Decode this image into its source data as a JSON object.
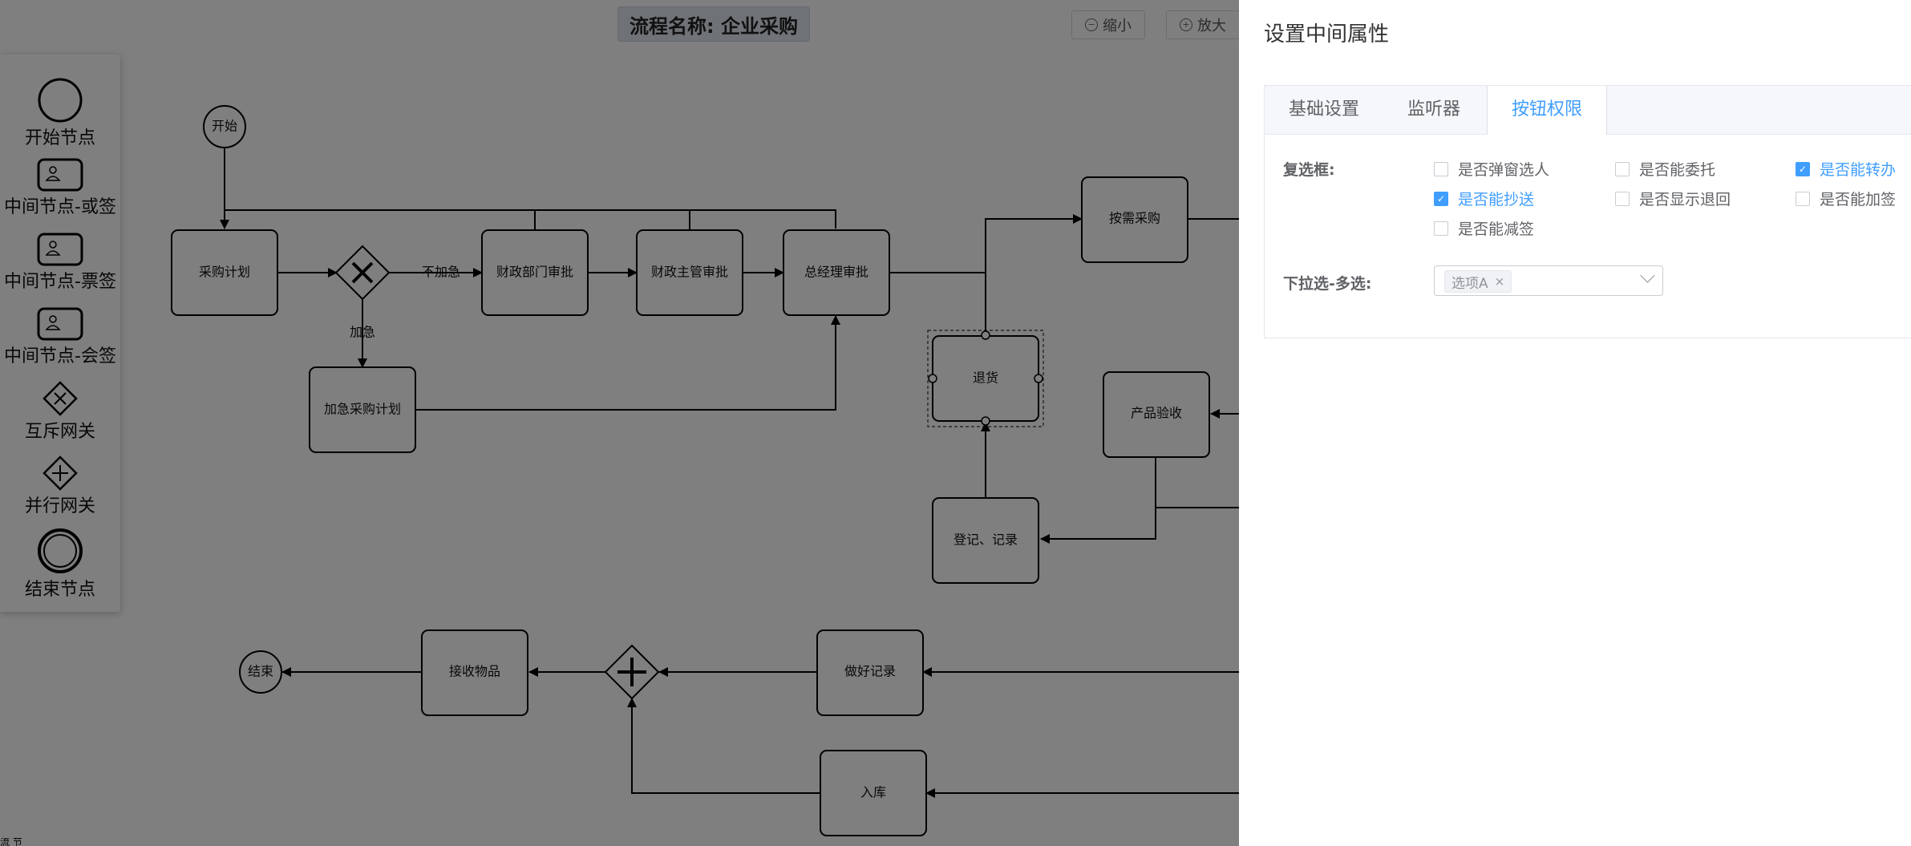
{
  "header": {
    "title": "流程名称: 企业采购",
    "zoom_out": "缩小",
    "zoom_in": "放大"
  },
  "palette": {
    "items": [
      {
        "label": "开始节点",
        "icon": "circle-icon"
      },
      {
        "label": "中间节点-或签",
        "icon": "user-task-icon"
      },
      {
        "label": "中间节点-票签",
        "icon": "user-task-icon"
      },
      {
        "label": "中间节点-会签",
        "icon": "user-task-icon"
      },
      {
        "label": "互斥网关",
        "icon": "exclusive-gateway-icon"
      },
      {
        "label": "并行网关",
        "icon": "parallel-gateway-icon"
      },
      {
        "label": "结束节点",
        "icon": "end-circle-icon"
      }
    ]
  },
  "diagram": {
    "nodes": {
      "start": "开始",
      "purchase_plan": "采购计划",
      "finance_dept": "财政部门审批",
      "finance_head": "财政主管审批",
      "gm": "总经理审批",
      "urgent_plan": "加急采购计划",
      "on_demand": "按需采购",
      "return_goods": "退货",
      "inspection": "产品验收",
      "register": "登记、记录",
      "end": "结束",
      "receive": "接收物品",
      "record": "做好记录",
      "stock_in": "入库"
    },
    "edges": {
      "not_urgent": "不加急",
      "urgent": "加急"
    }
  },
  "drawer": {
    "title": "设置中间属性",
    "tabs": [
      {
        "label": "基础设置",
        "active": false
      },
      {
        "label": "监听器",
        "active": false
      },
      {
        "label": "按钮权限",
        "active": true
      }
    ],
    "checkbox_label": "复选框:",
    "checkboxes": [
      {
        "label": "是否弹窗选人",
        "checked": false
      },
      {
        "label": "是否能委托",
        "checked": false
      },
      {
        "label": "是否能转办",
        "checked": true
      },
      {
        "label": "是否能抄送",
        "checked": true
      },
      {
        "label": "是否显示退回",
        "checked": false
      },
      {
        "label": "是否能加签",
        "checked": false
      },
      {
        "label": "是否能减签",
        "checked": false
      }
    ],
    "multiselect_label": "下拉选-多选:",
    "multiselect_tag": "选项A",
    "tag_close": "×",
    "accent_color": "#409eff"
  },
  "bottom_hint": "流 节"
}
